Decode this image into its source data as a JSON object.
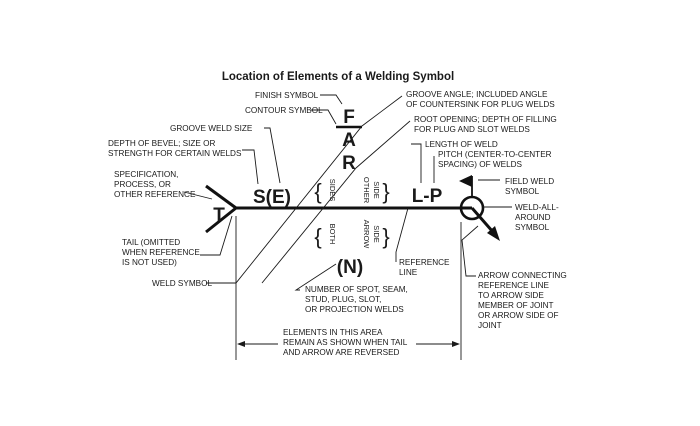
{
  "title": "Location of Elements of a Welding Symbol",
  "symbols": {
    "finish": "F",
    "groove_angle": "A",
    "root_opening": "R",
    "groove_weld_size": "S(E)",
    "length_pitch": "L-P",
    "tail_text": "T",
    "number_of_welds": "(N)",
    "brace_left": "{",
    "brace_right": "}"
  },
  "side_words": {
    "sides": "SIDES",
    "other_side": [
      "OTHER",
      "SIDE"
    ],
    "both": "BOTH",
    "arrow_side": [
      "ARROW",
      "SIDE"
    ]
  },
  "labels": {
    "finish_symbol": "FINISH SYMBOL",
    "contour_symbol": "CONTOUR SYMBOL",
    "groove_weld_size": "GROOVE WELD SIZE",
    "depth_of_bevel": [
      "DEPTH OF BEVEL; SIZE OR",
      "STRENGTH FOR CERTAIN WELDS"
    ],
    "specification": [
      "SPECIFICATION,",
      "PROCESS, OR",
      "OTHER REFERENCE"
    ],
    "tail": [
      "TAIL (OMITTED",
      "WHEN REFERENCE",
      "IS NOT USED)"
    ],
    "weld_symbol": "WELD SYMBOL",
    "groove_angle": [
      "GROOVE ANGLE; INCLUDED ANGLE",
      "OF COUNTERSINK FOR PLUG WELDS"
    ],
    "root_opening": [
      "ROOT OPENING; DEPTH OF FILLING",
      "FOR PLUG AND SLOT WELDS"
    ],
    "length_of_weld": "LENGTH OF WELD",
    "pitch": [
      "PITCH (CENTER-TO-CENTER",
      "SPACING) OF WELDS"
    ],
    "field_weld": [
      "FIELD WELD",
      "SYMBOL"
    ],
    "weld_all_around": [
      "WELD-ALL-",
      "AROUND",
      "SYMBOL"
    ],
    "reference_line": [
      "REFERENCE",
      "LINE"
    ],
    "number_of_welds": [
      "NUMBER OF SPOT, SEAM,",
      "STUD, PLUG, SLOT,",
      "OR PROJECTION WELDS"
    ],
    "arrow_connecting": [
      "ARROW CONNECTING",
      "REFERENCE LINE",
      "TO ARROW SIDE",
      "MEMBER OF JOINT",
      "OR ARROW SIDE OF",
      "JOINT"
    ],
    "elements_area": [
      "ELEMENTS IN THIS AREA",
      "REMAIN AS SHOWN WHEN TAIL",
      "AND ARROW ARE REVERSED"
    ]
  }
}
